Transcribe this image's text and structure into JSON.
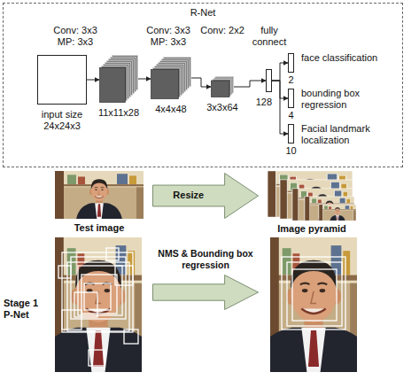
{
  "diagram": {
    "nodes": [
      {
        "text": [
          "R-Net"
        ]
      },
      {
        "text": [
          "input size 24x24x3"
        ],
        "in": 0
      },
      {
        "text": [
          "11x11x28"
        ],
        "in": 0
      },
      {
        "text": [
          "4x4x48"
        ],
        "in": 0
      },
      {
        "text": [
          "3x3x64"
        ],
        "in": 0
      },
      {
        "text": [
          "128"
        ],
        "in": 0
      },
      {
        "text": [
          "face classification",
          "2"
        ],
        "in": 0
      },
      {
        "text": [
          "bounding box regression",
          "4"
        ],
        "in": 0
      },
      {
        "text": [
          "Facial landmark localization",
          "10"
        ],
        "in": 0
      },
      {
        "text": [
          "Test image"
        ]
      },
      {
        "text": [
          "Resize"
        ]
      },
      {
        "text": [
          "Image pyramid"
        ]
      },
      {
        "text": [
          "NMS & Bounding box regression"
        ]
      }
    ],
    "edges": [
      {
        "from": 1,
        "to": 2,
        "arrow": "to",
        "label": "Conv: 3x3 MP: 3x3"
      },
      {
        "from": 2,
        "to": 3,
        "arrow": "to",
        "label": "Conv: 3x3 MP: 3x3"
      },
      {
        "from": 3,
        "to": 4,
        "arrow": "to",
        "label": "Conv: 2x2"
      },
      {
        "from": 4,
        "to": 5,
        "arrow": "to",
        "label": "fully connect"
      },
      {
        "from": 5,
        "to": 6,
        "arrow": "to"
      },
      {
        "from": 5,
        "to": 7,
        "arrow": "to"
      },
      {
        "from": 5,
        "to": 8,
        "arrow": "to"
      }
    ],
    "labels": [
      "Stage 1 P-Net"
    ]
  }
}
